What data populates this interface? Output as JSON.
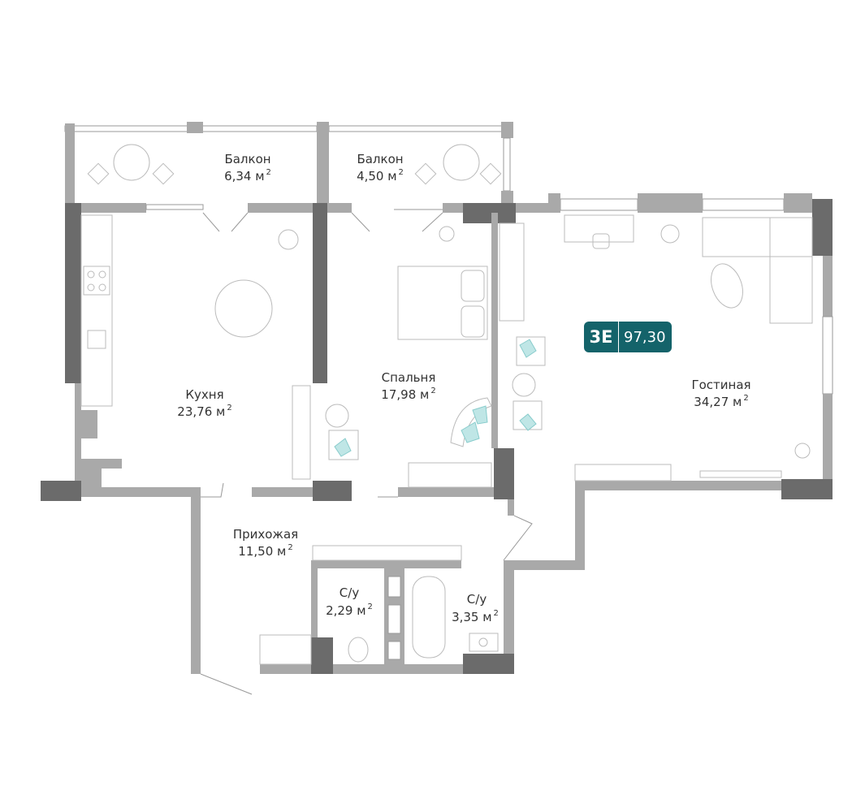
{
  "apartment": {
    "type": "3E",
    "total_area": "97,30",
    "badge_color": "#14636a"
  },
  "rooms": [
    {
      "name": "Балкон",
      "area": "6,34 м",
      "unit_sup": "2"
    },
    {
      "name": "Балкон",
      "area": "4,50 м",
      "unit_sup": "2"
    },
    {
      "name": "Кухня",
      "area": "23,76 м",
      "unit_sup": "2"
    },
    {
      "name": "Спальня",
      "area": "17,98 м",
      "unit_sup": "2"
    },
    {
      "name": "Гостиная",
      "area": "34,27 м",
      "unit_sup": "2"
    },
    {
      "name": "Прихожая",
      "area": "11,50 м",
      "unit_sup": "2"
    },
    {
      "name": "С/у",
      "area": "2,29 м",
      "unit_sup": "2"
    },
    {
      "name": "С/у",
      "area": "3,35 м",
      "unit_sup": "2"
    }
  ]
}
